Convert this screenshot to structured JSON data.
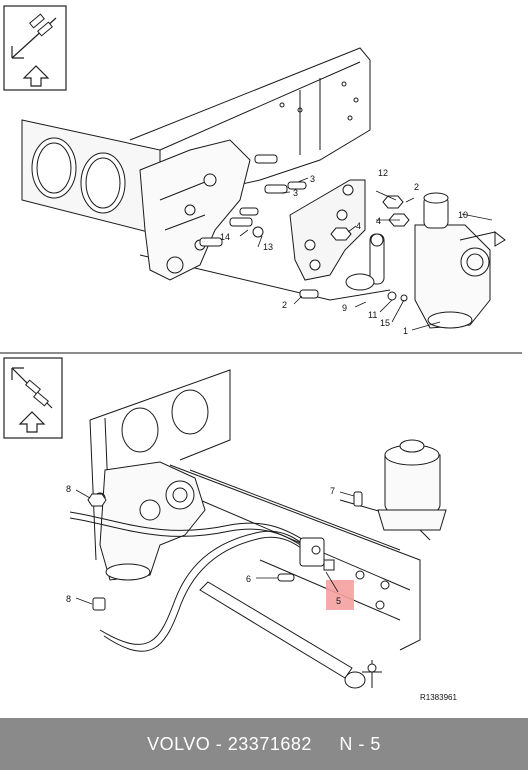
{
  "upper_callouts": [
    "1",
    "2",
    "2",
    "3",
    "3",
    "4",
    "4",
    "9",
    "10",
    "11",
    "12",
    "13",
    "14",
    "15"
  ],
  "lower_callouts": [
    "5",
    "6",
    "7",
    "8",
    "8"
  ],
  "reference_code": "R1383961",
  "footer": {
    "brand": "VOLVO",
    "separator": " - ",
    "part_number": "23371682",
    "position": "N - 5"
  },
  "colors": {
    "footer_bg": "#8a8a8a",
    "highlight": "#f4a0a0",
    "line": "#1a1a1a"
  },
  "icons": [
    "view-orientation-icon",
    "view-orientation-icon"
  ]
}
